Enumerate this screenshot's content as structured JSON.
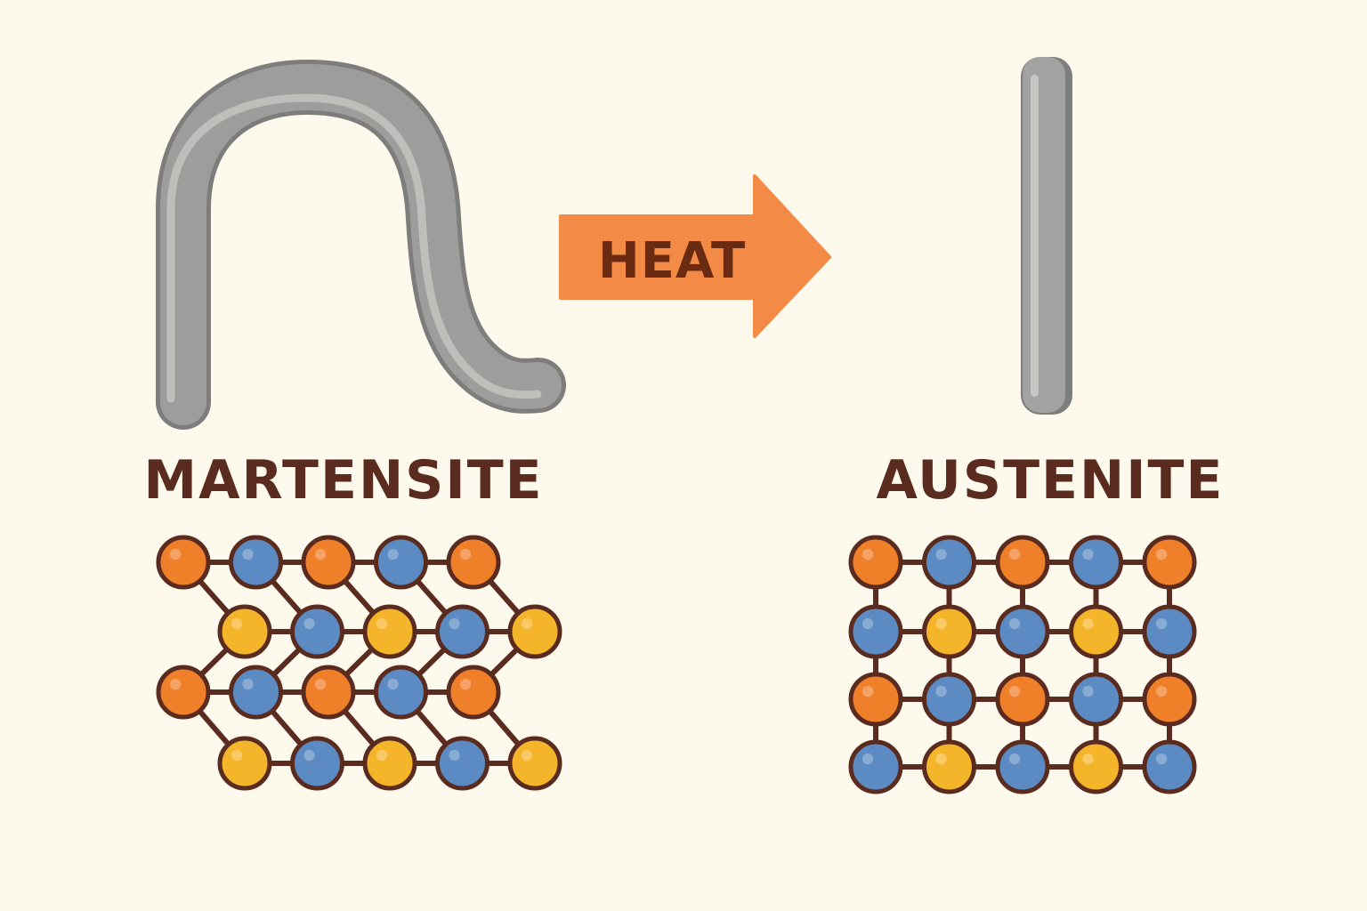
{
  "colors": {
    "background": "#fdf9ec",
    "wire": "#9a9a98",
    "wire_dark": "#7d7d7b",
    "wire_highlight": "#c2c2bf",
    "arrow": "#f38a45",
    "label_text": "#5a2b1f",
    "bond": "#5a2b1f",
    "atom_orange": "#f07f2a",
    "atom_blue": "#5b8bc2",
    "atom_yellow": "#f5b52a"
  },
  "process": {
    "arrow_label": "HEAT"
  },
  "martensite": {
    "label": "MARTENSITE",
    "wire_shape": "bent",
    "lattice": {
      "structure": "twinned",
      "rows": [
        [
          "orange",
          "blue",
          "orange",
          "blue",
          "orange"
        ],
        [
          "yellow",
          "blue",
          "yellow",
          "blue",
          "yellow"
        ],
        [
          "orange",
          "blue",
          "orange",
          "blue",
          "orange"
        ],
        [
          "yellow",
          "blue",
          "yellow",
          "blue",
          "yellow"
        ]
      ]
    }
  },
  "austenite": {
    "label": "AUSTENITE",
    "wire_shape": "straight",
    "lattice": {
      "structure": "cubic",
      "rows": [
        [
          "orange",
          "blue",
          "orange",
          "blue",
          "orange"
        ],
        [
          "blue",
          "yellow",
          "blue",
          "yellow",
          "blue"
        ],
        [
          "orange",
          "blue",
          "orange",
          "blue",
          "orange"
        ],
        [
          "blue",
          "yellow",
          "blue",
          "yellow",
          "blue"
        ]
      ]
    }
  }
}
